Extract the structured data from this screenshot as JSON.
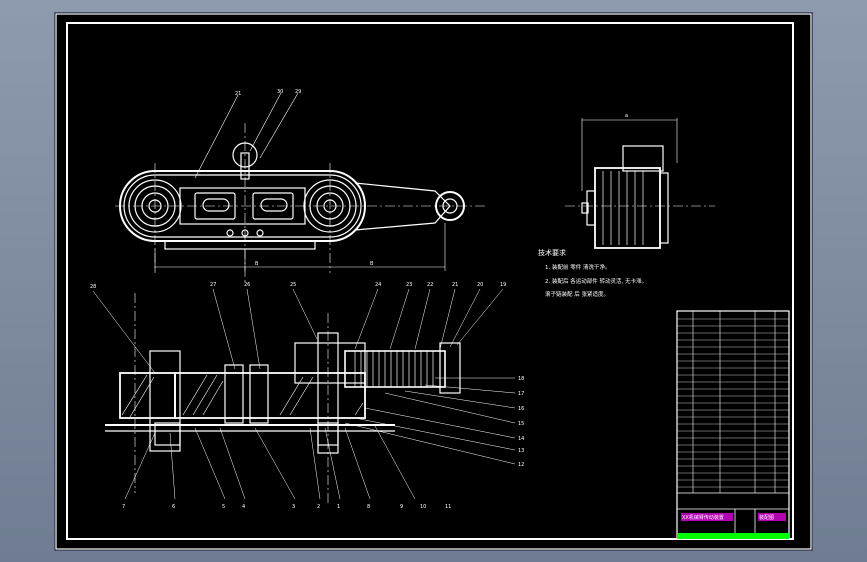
{
  "drawing": {
    "notes_title": "技术要求",
    "notes": [
      "1. 装配前 零件 清洗干净。",
      "2. 装配后 各运动部件 转动灵活, 无卡滞。",
      "滚子链装配 后 张紧适度。"
    ],
    "balloons_left": [
      "7",
      "6",
      "5",
      "4",
      "3",
      "2",
      "1"
    ],
    "balloons_bottom": [
      "8",
      "9",
      "10",
      "11"
    ],
    "balloons_right": [
      "18",
      "17",
      "16",
      "15",
      "14",
      "13",
      "12"
    ],
    "balloons_top": [
      "28",
      "27",
      "26",
      "25",
      "24",
      "23",
      "22",
      "21",
      "20",
      "19"
    ],
    "balloons_plan": [
      "21",
      "30",
      "29"
    ],
    "dims": [
      "a",
      "B",
      "B"
    ],
    "title_block_text": "XX机械臂传动装置",
    "title_block_sub": "装配图"
  },
  "colors": {
    "background": "#000000",
    "line": "#ffffff",
    "accent_magenta": "#ff00ff",
    "accent_green": "#00ff00"
  }
}
